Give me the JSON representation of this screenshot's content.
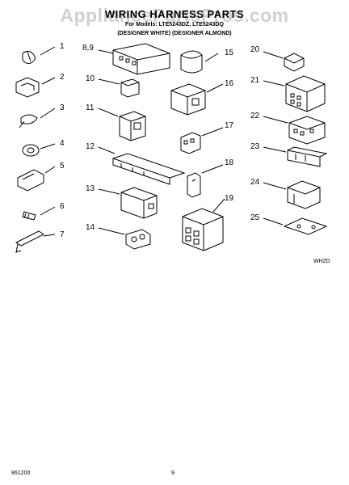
{
  "header": {
    "title": "WIRING HARNESS PARTS",
    "models_line": "For Models: LTE5243DZ, LTE5243DQ",
    "colors_line": "(DESIGNER WHITE)    (DESIGNER ALMOND)",
    "watermark": "AppliancePartsPros.com"
  },
  "parts": {
    "p1": "1",
    "p2": "2",
    "p3": "3",
    "p4": "4",
    "p5": "5",
    "p6": "6",
    "p7": "7",
    "p89": "8,9",
    "p10": "10",
    "p11": "11",
    "p12": "12",
    "p13": "13",
    "p14": "14",
    "p15": "15",
    "p16": "16",
    "p17": "17",
    "p18": "18",
    "p19": "19",
    "p20": "20",
    "p21": "21",
    "p22": "22",
    "p23": "23",
    "p24": "24",
    "p25": "25"
  },
  "footer": {
    "code": "WH2D",
    "date": "861200",
    "page": "9"
  }
}
